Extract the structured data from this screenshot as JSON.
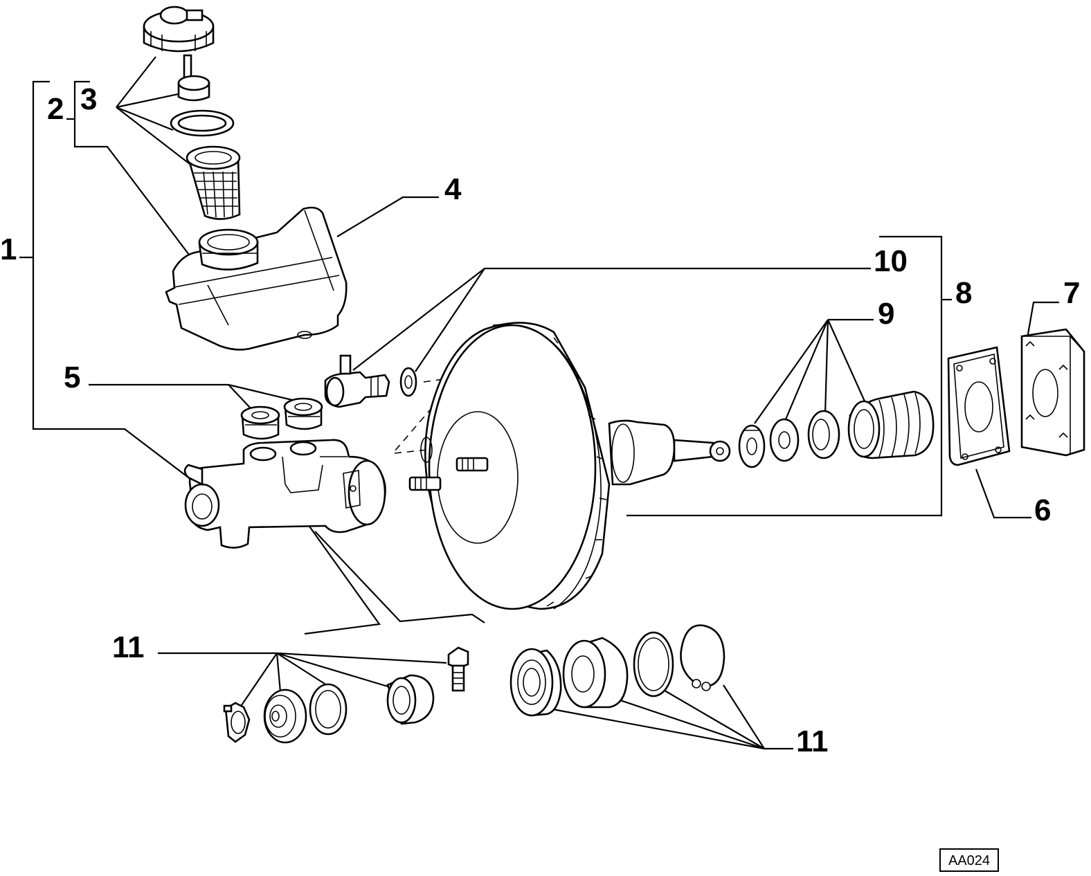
{
  "callouts": [
    {
      "id": "1",
      "text": "1"
    },
    {
      "id": "2",
      "text": "2"
    },
    {
      "id": "3",
      "text": "3"
    },
    {
      "id": "4",
      "text": "4"
    },
    {
      "id": "5",
      "text": "5"
    },
    {
      "id": "6",
      "text": "6"
    },
    {
      "id": "7",
      "text": "7"
    },
    {
      "id": "8",
      "text": "8"
    },
    {
      "id": "9",
      "text": "9"
    },
    {
      "id": "10",
      "text": "10"
    },
    {
      "id": "11a",
      "text": "11"
    },
    {
      "id": "11b",
      "text": "11"
    }
  ],
  "reference_code": "AA024"
}
